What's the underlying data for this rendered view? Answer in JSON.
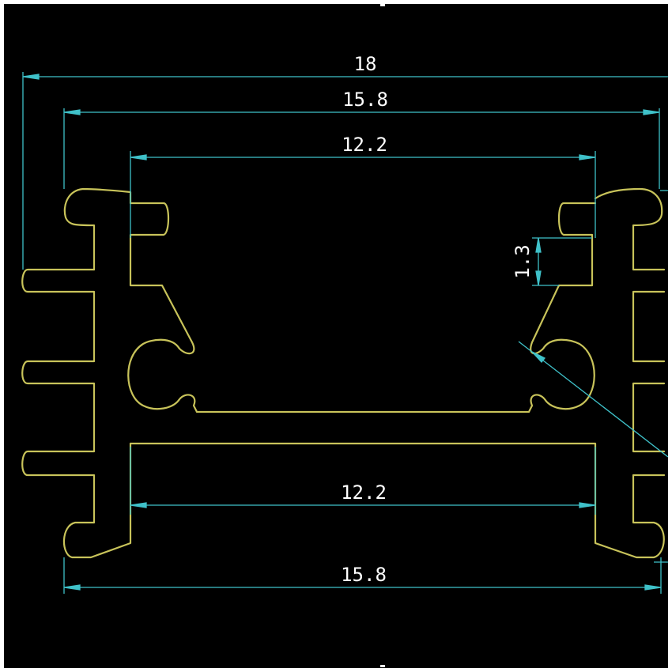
{
  "colors": {
    "background": "#000000",
    "border": "#ffffff",
    "profile": "#c8c35a",
    "dimension": "#3fc1c9",
    "text": "#ffffff"
  },
  "dimensions": {
    "overall_width": "18",
    "top_outer_width": "15.8",
    "top_inner_width": "12.2",
    "bottom_inner_width": "12.2",
    "bottom_outer_width": "15.8",
    "slot_height": "1.3"
  }
}
